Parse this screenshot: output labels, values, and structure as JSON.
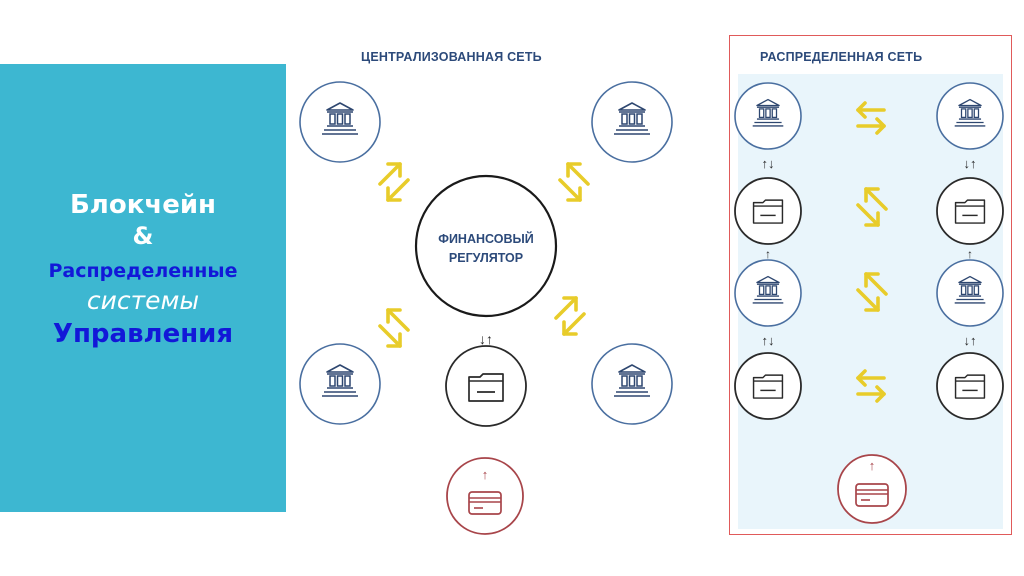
{
  "title": {
    "line1": "Блокчейн",
    "line2": "&",
    "line3": "Распределенные",
    "line4": "системы",
    "line5": "Управления"
  },
  "centralized": {
    "heading": "ЦЕНТРАЛИЗОВАННАЯ СЕТЬ",
    "hub_line1": "ФИНАНСОВЫЙ",
    "hub_line2": "РЕГУЛЯТОР",
    "arrow_pair": "↓↑",
    "card_arrow": "↑"
  },
  "distributed": {
    "heading": "РАСПРЕДЕЛЕННАЯ СЕТЬ",
    "arrows_a": "↑↓",
    "arrows_b": "↓↑",
    "single_up": "↑",
    "card_arrow": "↑"
  },
  "colors": {
    "panel": "#3db7d1",
    "title_blue": "#1218d8",
    "bank_circle": "#4a6fa0",
    "arrow_yellow": "#e8cc2a",
    "card_red": "#a8454a",
    "hub": "#1a1a1a",
    "distributed_border": "#e05a5a",
    "distributed_bg": "#e9f5fb"
  },
  "icons": [
    "bank-icon",
    "folder-icon",
    "credit-card-icon",
    "exchange-arrow-icon"
  ]
}
